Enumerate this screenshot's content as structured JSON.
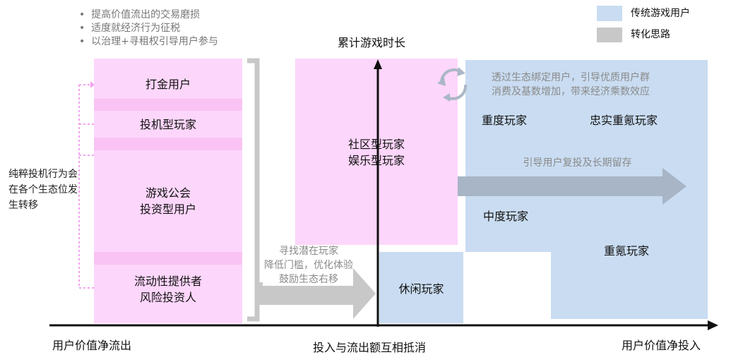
{
  "legend": [
    {
      "label": "传统游戏用户",
      "color": "#c9dcf1"
    },
    {
      "label": "转化思路",
      "color": "#c8c8c8"
    }
  ],
  "bullets": [
    "提高价值流出的交易磨损",
    "适度就经济行为征税",
    "以治理+寻租权引导用户参与"
  ],
  "left_note": [
    "纯粹投机行为会",
    "在各个生态位发",
    "生转移"
  ],
  "outflow_groups": {
    "g1": "打金用户",
    "g2": "投机型玩家",
    "g3a": "游戏公会",
    "g3b": "投资型用户",
    "g4a": "流动性提供者",
    "g4b": "风险投资人"
  },
  "middle": {
    "a": "社区型玩家",
    "b": "娱乐型玩家",
    "casual": "休闲玩家"
  },
  "transition_text": [
    "寻找潜在玩家",
    "降低门槛，优化体验",
    "鼓励生态右移"
  ],
  "right": {
    "note": [
      "透过生态绑定用户，引导优质用户群",
      "消费及基数增加，带来经济乘数效应"
    ],
    "heavy": "重度玩家",
    "loyal": "忠实重氪玩家",
    "arrow": "引导用户复投及长期留存",
    "medium": "中度玩家",
    "whale": "重氪玩家"
  },
  "axes": {
    "y": "累计游戏时长",
    "x_left": "用户价值净流出",
    "x_mid": "投入与流出额互相抵消",
    "x_right": "用户价值净投入"
  }
}
